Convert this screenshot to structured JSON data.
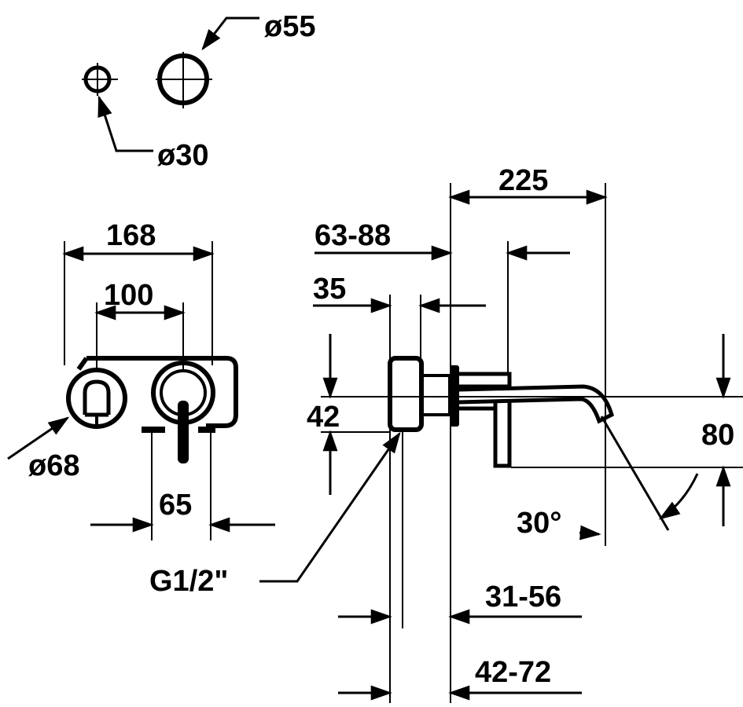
{
  "labels": {
    "d55": "ø55",
    "d30": "ø30",
    "d68": "ø68",
    "w168": "168",
    "w100": "100",
    "w65": "65",
    "thread": "G1/2\"",
    "w225": "225",
    "w6388": "63-88",
    "w35": "35",
    "h42": "42",
    "h80": "80",
    "angle": "30°",
    "w3156": "31-56",
    "w4272": "42-72"
  }
}
